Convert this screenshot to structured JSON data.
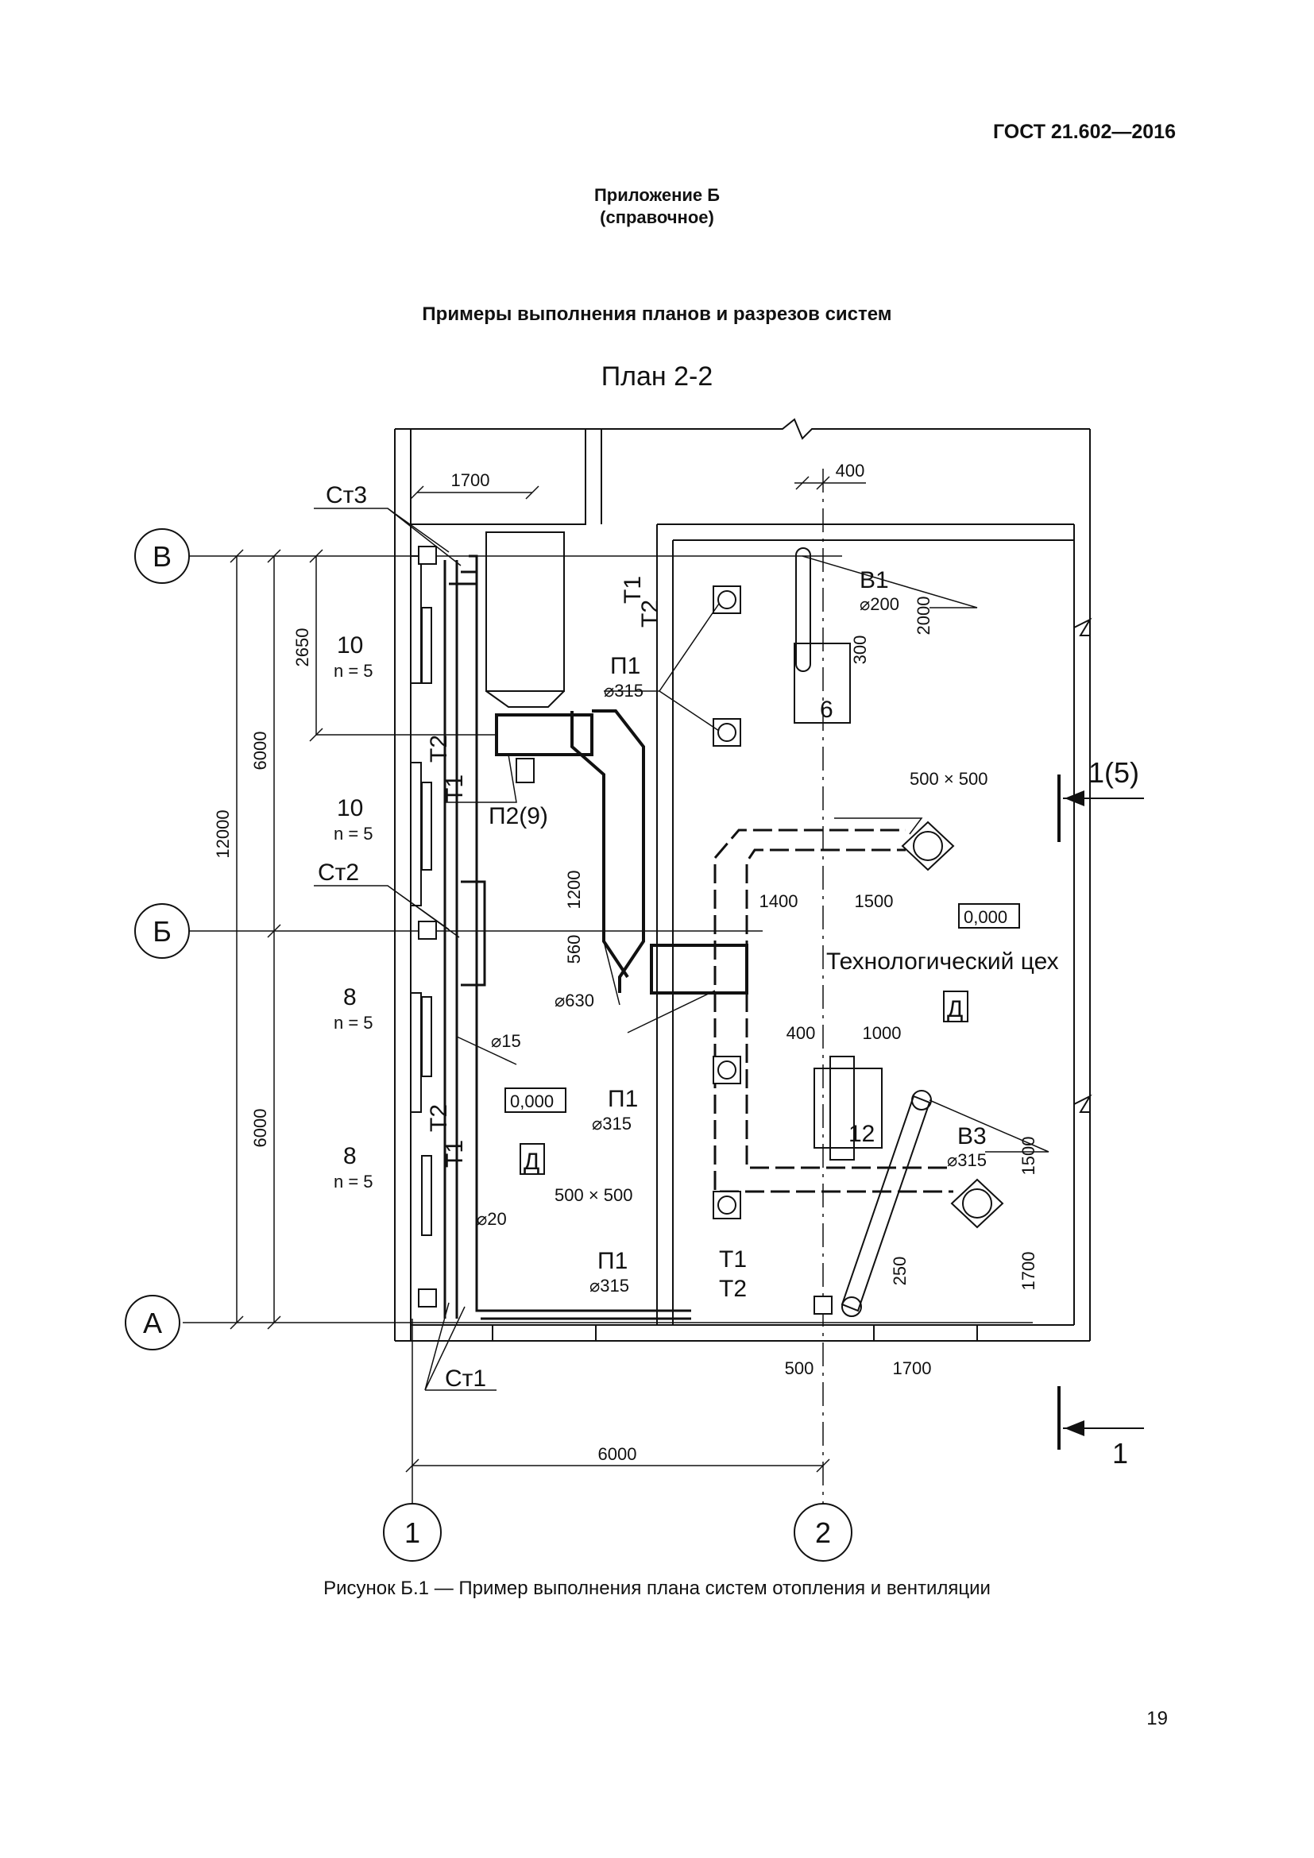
{
  "header": {
    "doc_id": "ГОСТ 21.602—2016",
    "appendix": "Приложение Б",
    "appendix_note": "(справочное)",
    "section_title": "Примеры выполнения планов и разрезов систем",
    "plan_title": "План 2-2"
  },
  "drawing": {
    "axes": {
      "row_v": "В",
      "row_b": "Б",
      "row_a": "А",
      "col_1": "1",
      "col_2": "2"
    },
    "dimensions": {
      "d1700_top": "1700",
      "d400": "400",
      "d2650": "2650",
      "d6000_upper": "6000",
      "d12000": "12000",
      "d6000_lower": "6000",
      "d2000": "2000",
      "d300": "300",
      "d1200": "1200",
      "d560": "560",
      "d1400": "1400",
      "d1500_mid": "1500",
      "d400_b": "400",
      "d1000": "1000",
      "d1500_right": "1500",
      "d1700_right": "1700",
      "d250": "250",
      "d500": "500",
      "d1700_bottom": "1700",
      "d6000_bottom": "6000"
    },
    "labels": {
      "st3": "Ст3",
      "st2": "Ст2",
      "st1": "Ст1",
      "rad_10a": "10",
      "rad_10a_n": "n = 5",
      "rad_10b": "10",
      "rad_10b_n": "n = 5",
      "rad_8a": "8",
      "rad_8a_n": "n = 5",
      "rad_8b": "8",
      "rad_8b_n": "n = 5",
      "t1_top": "Т1",
      "t2_top": "Т2",
      "t2_left_upper": "Т2",
      "t1_left_upper": "Т1",
      "t2_left_lower": "Т2",
      "t1_left_lower": "Т1",
      "t1_bottom": "Т1",
      "t2_bottom": "Т2",
      "p1_top": "П1",
      "p1_top_d": "⌀315",
      "p2": "П2(9)",
      "v1": "В1",
      "v1_d": "⌀200",
      "item_6": "6",
      "duct_500_top": "500 × 500",
      "section_mark_top": "1(5)",
      "section_mark_bottom": "1",
      "elev_right": "0,000",
      "room_name": "Технологический цех",
      "room_cat_right": "Д",
      "d630": "⌀630",
      "d15": "⌀15",
      "elev_left": "0,000",
      "room_cat_left": "Д",
      "p1_mid": "П1",
      "p1_mid_d": "⌀315",
      "duct_500_mid": "500 × 500",
      "d20": "⌀20",
      "p1_bottom": "П1",
      "p1_bottom_d": "⌀315",
      "item_12": "12",
      "v3": "В3",
      "v3_d": "⌀315"
    }
  },
  "footer": {
    "caption": "Рисунок Б.1 — Пример выполнения плана систем отопления и вентиляции",
    "page_number": "19"
  }
}
